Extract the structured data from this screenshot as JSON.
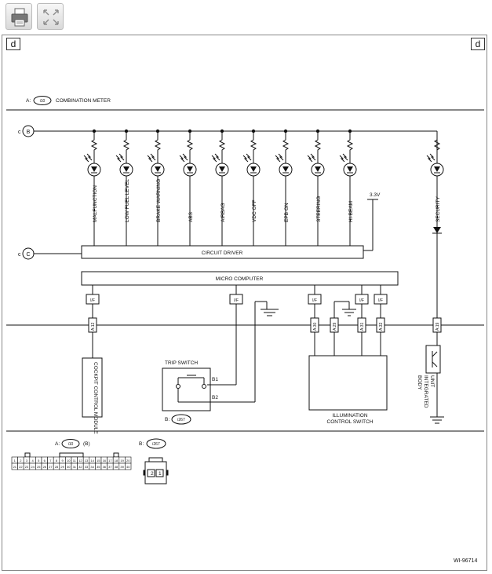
{
  "toolbar": {
    "print_icon": "printer-icon",
    "expand_icon": "expand-icon"
  },
  "corner_tags": {
    "left": "d",
    "right": "d"
  },
  "header": {
    "connector_prefix": "A:",
    "connector_id": "i10",
    "title": "COMBINATION METER"
  },
  "terminals": {
    "b_prefix": "c",
    "b_label": "B",
    "c_prefix": "c",
    "c_label": "C"
  },
  "indicators": [
    "MALFUNCTION",
    "LOW FUEL LEVEL",
    "BRAKE WARNING",
    "ABS",
    "AIRBAG",
    "VDC OFF",
    "EPB ON",
    "STEERING",
    "HI-BEAM",
    "SECURITY"
  ],
  "voltage": "3.3V",
  "circuit_driver": "CIRCUIT DRIVER",
  "micro_computer": "MICRO COMPUTER",
  "interface_label": "I/F",
  "pins": {
    "cockpit": "A:12",
    "illum1": "A:30",
    "illum2": "A:29",
    "illum3": "A:31",
    "illum4": "A:32",
    "security": "A:19"
  },
  "cockpit_module": "COCKPIT CONTROL MODULE",
  "trip_switch": {
    "title": "TRIP SWITCH",
    "pin1": "B1",
    "pin2": "B2",
    "connector_prefix": "B:",
    "connector_id": "i267"
  },
  "illumination_switch": {
    "line1": "ILLUMINATION",
    "line2": "CONTROL SWITCH"
  },
  "body_unit": {
    "line1": "BODY",
    "line2": "INTEGRATED",
    "line3": "UNIT"
  },
  "connector_views": {
    "a_prefix": "A:",
    "a_id": "i10",
    "a_suffix": "(B)",
    "a_top_row": [
      "1",
      "2",
      "3",
      "4",
      "5",
      "6",
      "7",
      "8",
      "9",
      "10",
      "11",
      "12",
      "13",
      "14",
      "15",
      "16",
      "17",
      "18",
      "19",
      "20"
    ],
    "a_bottom_row": [
      "21",
      "22",
      "23",
      "24",
      "25",
      "26",
      "27",
      "28",
      "29",
      "30",
      "31",
      "32",
      "33",
      "34",
      "35",
      "36",
      "37",
      "38",
      "39",
      "40"
    ],
    "b_prefix": "B:",
    "b_id": "i267",
    "b_pins": [
      "2",
      "1"
    ]
  },
  "figure_id": "WI-96714"
}
